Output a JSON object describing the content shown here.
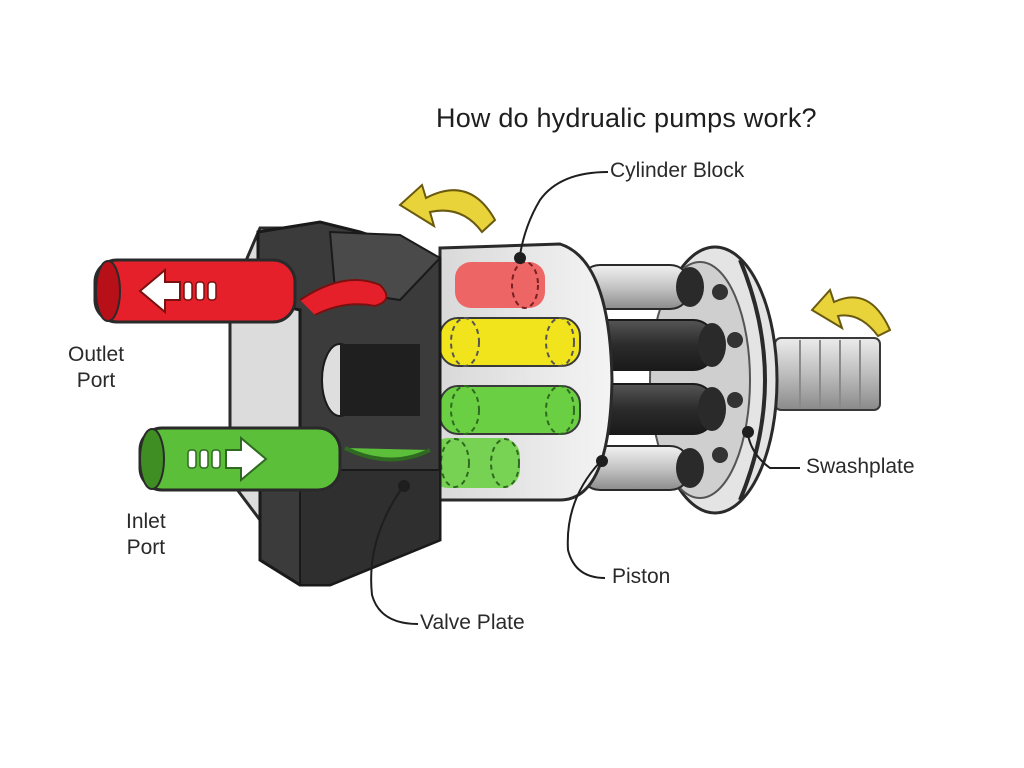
{
  "title": "How do hydrualic pumps work?",
  "labels": {
    "cylinder_block": "Cylinder Block",
    "swashplate": "Swashplate",
    "piston": "Piston",
    "valve_plate": "Valve Plate",
    "outlet_port": [
      "Outlet",
      "Port"
    ],
    "inlet_port": [
      "Inlet",
      "Port"
    ]
  },
  "colors": {
    "outlet_red": "#e5202a",
    "inlet_green": "#5cbf3a",
    "piston_yellow": "#f1e41c",
    "arrow_yellow": "#e8d43a",
    "body_dark": "#3a3a3a",
    "metal_light": "#d6d6d6"
  }
}
